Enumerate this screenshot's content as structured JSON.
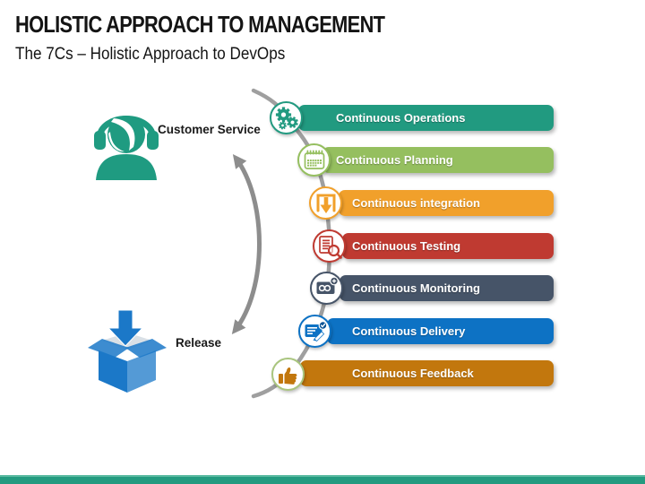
{
  "slide": {
    "title": "HOLISTIC APPROACH TO MANAGEMENT",
    "subtitle": "The 7Cs – Holistic Approach to DevOps"
  },
  "annotations": {
    "customer_service": "Customer Service",
    "release": "Release"
  },
  "items": [
    {
      "label": "Continuous Operations",
      "color": "#219a80",
      "ring": "#219a80",
      "icon": "gears-icon"
    },
    {
      "label": "Continuous Planning",
      "color": "#95bf5f",
      "ring": "#95bf5f",
      "icon": "calendar-icon"
    },
    {
      "label": "Continuous integration",
      "color": "#f1a02b",
      "ring": "#f1a02b",
      "icon": "integration-arrow-icon"
    },
    {
      "label": "Continuous Testing",
      "color": "#bf3a31",
      "ring": "#bf3a31",
      "icon": "document-magnifier-icon"
    },
    {
      "label": "Continuous Monitoring",
      "color": "#465468",
      "ring": "#465468",
      "icon": "monitoring-camera-icon"
    },
    {
      "label": "Continuous Delivery",
      "color": "#0d72c4",
      "ring": "#0d72c4",
      "icon": "note-pencil-icon"
    },
    {
      "label": "Continuous Feedback",
      "color": "#c2770d",
      "ring": "#a9c57e",
      "icon": "thumbs-up-icon"
    }
  ],
  "graphics": {
    "chain_color": "#9f9f9f",
    "arrow_color": "#8d8d8d",
    "customer_color": "#1f9b81",
    "release_color": "#1b78c8",
    "footer_color": "#249b80"
  }
}
